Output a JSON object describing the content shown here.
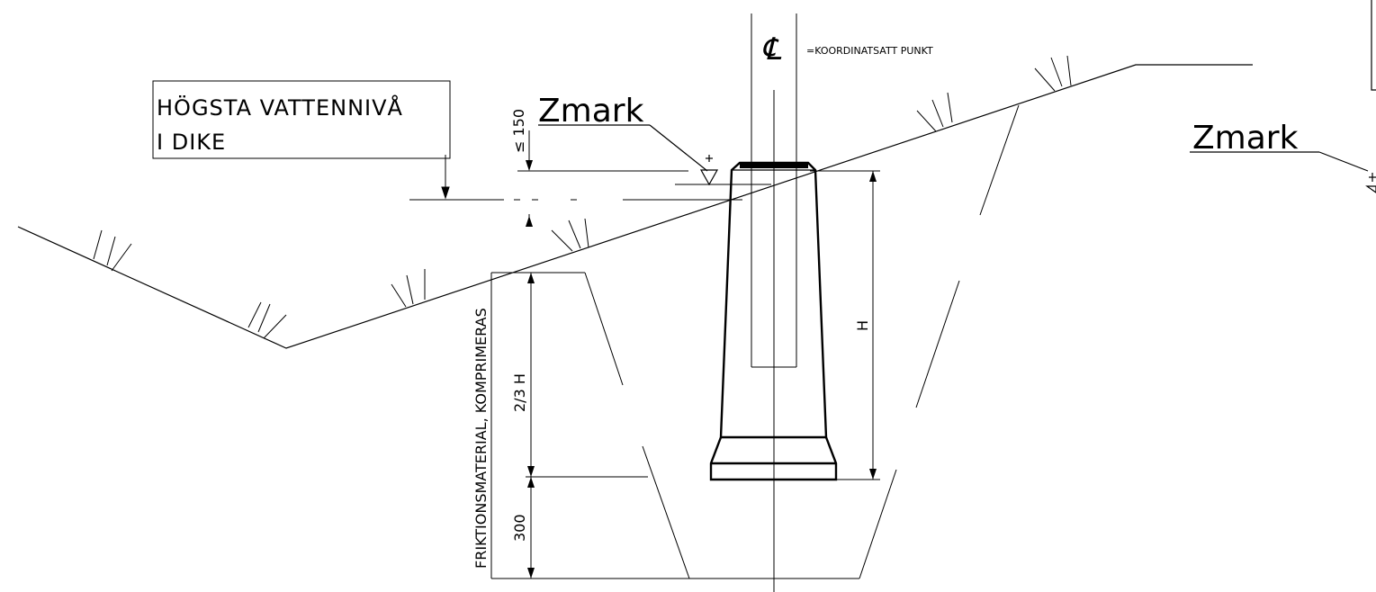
{
  "labels": {
    "water_level_line1": "HÖGSTA VATTENNIVÅ",
    "water_level_line2": "I DIKE",
    "zmark_left": "Zmark",
    "zmark_right": "Zmark",
    "centerline_symbol": "℄",
    "coordinate_note": "=KOORDINATSATT PUNKT",
    "dim_150": "≤ 150",
    "dim_height": "H",
    "dim_two_thirds": "2/3 H",
    "dim_300": "300",
    "fill_material": "FRIKTIONSMATERIAL, KOMPRIMERAS"
  },
  "icons": {
    "level_marker_left": "ground-level-triangle-icon",
    "level_marker_right": "ground-level-triangle-icon",
    "grass_hatch": "vegetation-hatch-icon"
  }
}
